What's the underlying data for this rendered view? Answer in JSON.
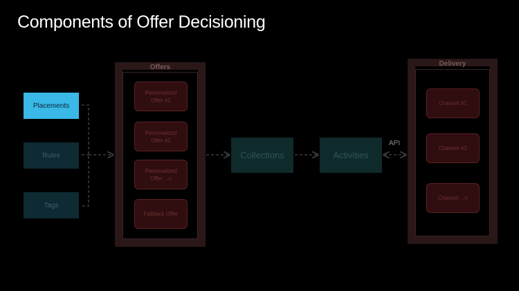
{
  "title": "Components of Offer Decisioning",
  "left_components": [
    {
      "label": "Placements",
      "active": true
    },
    {
      "label": "Rules",
      "active": false
    },
    {
      "label": "Tags",
      "active": false
    }
  ],
  "offers": {
    "label": "Offers",
    "items": [
      {
        "line1": "Personalized",
        "line2": "Offer #1"
      },
      {
        "line1": "Personalized",
        "line2": "Offer #2"
      },
      {
        "line1": "Personalized",
        "line2": "Offer ...n"
      },
      {
        "line1": "Fallback Offer",
        "line2": ""
      }
    ]
  },
  "collections": {
    "label": "Collections"
  },
  "activities": {
    "label": "Activities"
  },
  "api": {
    "label": "API"
  },
  "delivery": {
    "label": "Delivery",
    "channels": [
      "Channel #1",
      "Channel #2",
      "Channel ...n"
    ]
  },
  "colors": {
    "background": "#000000",
    "placements_active": "#3ab8e8",
    "connector": "#3a3a3a"
  }
}
